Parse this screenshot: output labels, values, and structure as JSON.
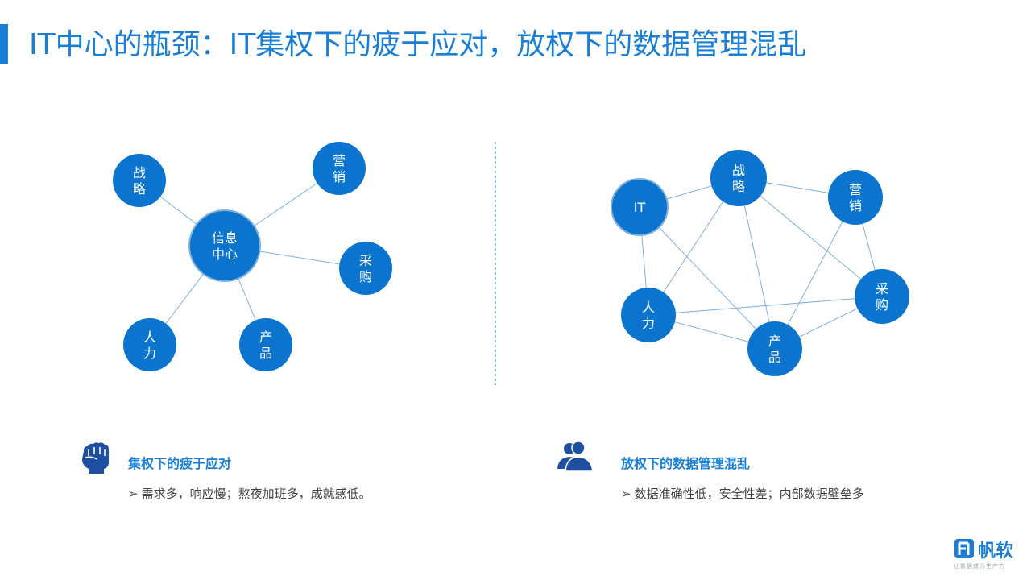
{
  "title": "IT中心的瓶颈：IT集权下的疲于应对，放权下的数据管理混乱",
  "left_diagram": {
    "hub": "信息中心",
    "nodes": [
      {
        "id": "zhanlue",
        "label": "战略"
      },
      {
        "id": "yingxiao",
        "label": "营销"
      },
      {
        "id": "caigou",
        "label": "采购"
      },
      {
        "id": "chanpin",
        "label": "产品"
      },
      {
        "id": "renli",
        "label": "人力"
      }
    ]
  },
  "right_diagram": {
    "nodes": [
      {
        "id": "it",
        "label": "IT"
      },
      {
        "id": "zhanlue",
        "label": "战略"
      },
      {
        "id": "yingxiao",
        "label": "营销"
      },
      {
        "id": "caigou",
        "label": "采购"
      },
      {
        "id": "chanpin",
        "label": "产品"
      },
      {
        "id": "renli",
        "label": "人力"
      }
    ],
    "edges": [
      [
        "it",
        "zhanlue"
      ],
      [
        "it",
        "renli"
      ],
      [
        "it",
        "chanpin"
      ],
      [
        "zhanlue",
        "yingxiao"
      ],
      [
        "zhanlue",
        "renli"
      ],
      [
        "zhanlue",
        "chanpin"
      ],
      [
        "zhanlue",
        "caigou"
      ],
      [
        "yingxiao",
        "caigou"
      ],
      [
        "yingxiao",
        "chanpin"
      ],
      [
        "renli",
        "caigou"
      ],
      [
        "renli",
        "chanpin"
      ],
      [
        "chanpin",
        "caigou"
      ]
    ]
  },
  "left_caption": {
    "heading": "集权下的疲于应对",
    "bullet": "需求多，响应慢；熬夜加班多，成就感低。"
  },
  "right_caption": {
    "heading": "放权下的数据管理混乱",
    "bullet": "数据准确性低，安全性差；内部数据壁垒多"
  },
  "logo": {
    "name": "帆软",
    "tagline": "让数据成为生产力"
  },
  "colors": {
    "accent": "#1a7fd4",
    "node": "#0a74cf",
    "edge": "#7fb0dc",
    "text": "#404040"
  }
}
